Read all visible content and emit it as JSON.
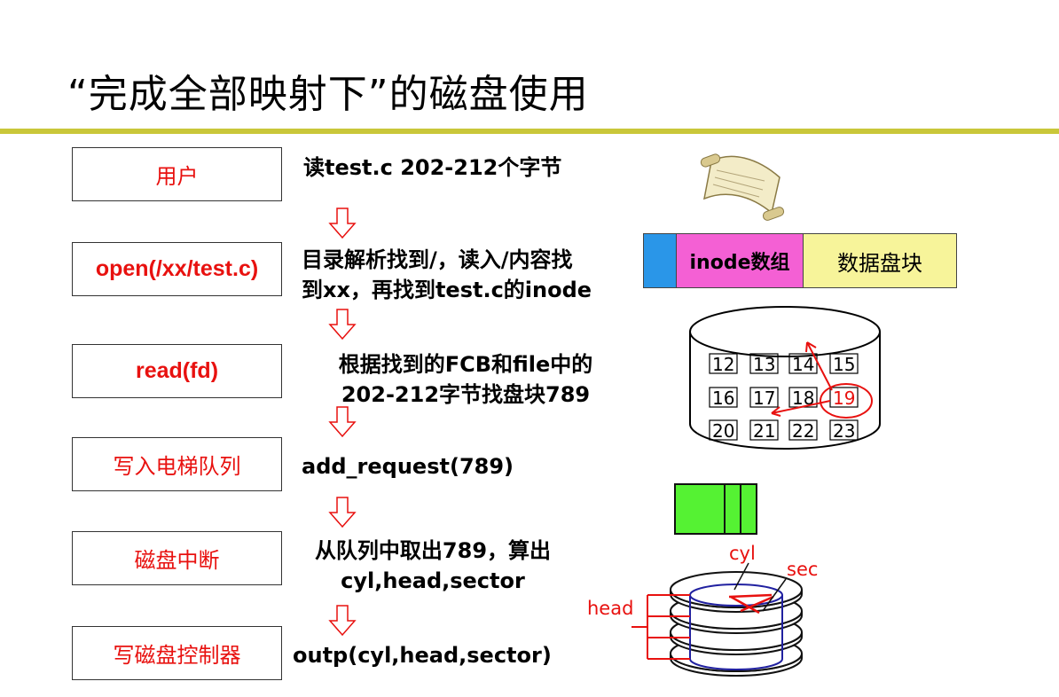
{
  "title": "“完成全部映射下”的磁盘使用",
  "steps": [
    {
      "label": "用户",
      "desc_lines": [
        "读test.c 202-212个字节"
      ]
    },
    {
      "label": "open(/xx/test.c)",
      "desc_lines": [
        "目录解析找到/，读入/内容找",
        "到xx，再找到test.c的inode"
      ]
    },
    {
      "label": "read(fd)",
      "desc_lines": [
        "根据找到的FCB和file中的",
        "202-212字节找盘块789"
      ]
    },
    {
      "label": "写入电梯队列",
      "desc_lines": [
        "add_request(789)"
      ]
    },
    {
      "label": "磁盘中断",
      "desc_lines": [
        "从队列中取出789，算出",
        "cyl,head,sector"
      ]
    },
    {
      "label": "写磁盘控制器",
      "desc_lines": [
        "outp(cyl,head,sector)"
      ]
    }
  ],
  "disk_layout": {
    "inode_label": "inode数组",
    "data_label": "数据盘块",
    "colors": {
      "boot": "#2a96e8",
      "inode": "#f460d4",
      "data": "#f7f49a"
    }
  },
  "blocks": [
    "12",
    "13",
    "14",
    "15",
    "16",
    "17",
    "18",
    "19",
    "20",
    "21",
    "22",
    "23"
  ],
  "disk_labels": {
    "cyl": "cyl",
    "sec": "sec",
    "head": "head"
  },
  "queue_color": "#55f233",
  "accent": "#e8110f"
}
